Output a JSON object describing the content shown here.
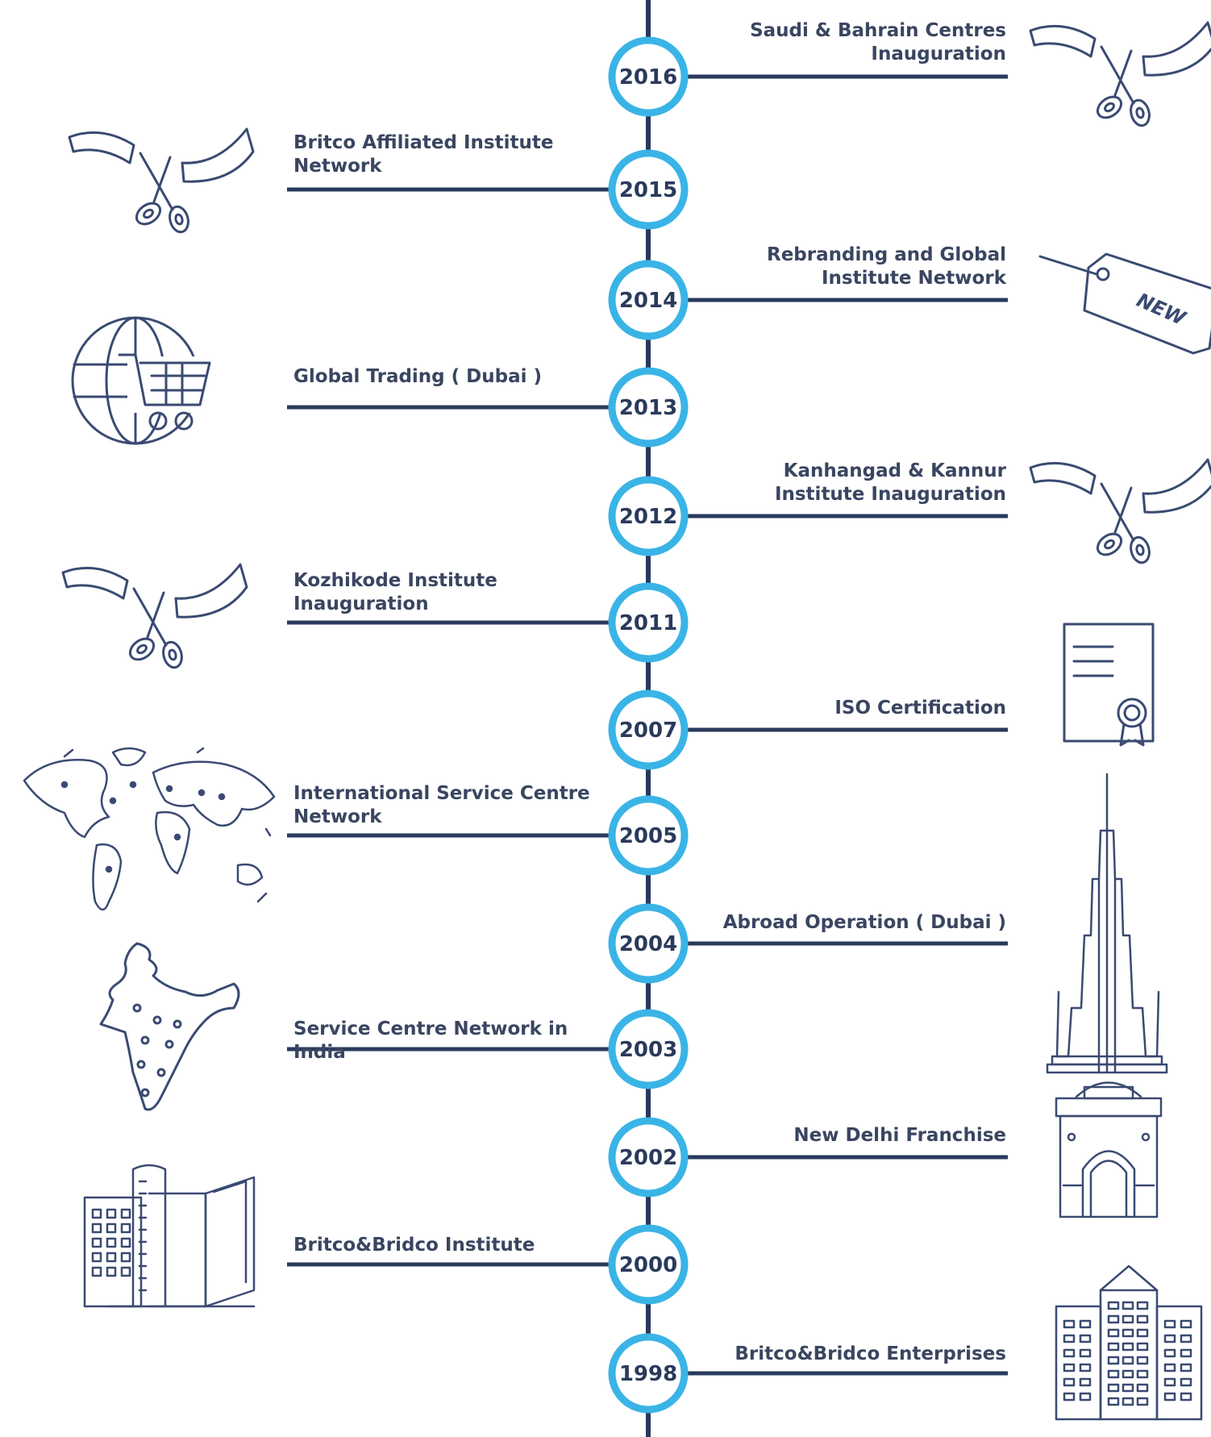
{
  "colors": {
    "line": "#2a3a5c",
    "circle_ring": "#3ab4e6",
    "icon_stroke": "#3a4a72",
    "text": "#3a4560"
  },
  "events": [
    {
      "year": "2016",
      "side": "right",
      "text": "Saudi & Bahrain Centres Inauguration",
      "icon": "ribbon-cutting-icon"
    },
    {
      "year": "2015",
      "side": "left",
      "text": "Britco Affiliated Institute Network",
      "icon": "ribbon-cutting-icon"
    },
    {
      "year": "2014",
      "side": "right",
      "text": "Rebranding and Global Institute Network",
      "icon": "new-tag-icon"
    },
    {
      "year": "2013",
      "side": "left",
      "text": "Global Trading ( Dubai )",
      "icon": "globe-cart-icon"
    },
    {
      "year": "2012",
      "side": "right",
      "text": "Kanhangad & Kannur Institute Inauguration",
      "icon": "ribbon-cutting-icon"
    },
    {
      "year": "2011",
      "side": "left",
      "text": "Kozhikode Institute Inauguration",
      "icon": "ribbon-cutting-icon"
    },
    {
      "year": "2007",
      "side": "right",
      "text": "ISO Certification",
      "icon": "certificate-icon"
    },
    {
      "year": "2005",
      "side": "left",
      "text": "International Service Centre Network",
      "icon": "world-map-icon"
    },
    {
      "year": "2004",
      "side": "right",
      "text": "Abroad Operation ( Dubai )",
      "icon": "skyscraper-icon"
    },
    {
      "year": "2003",
      "side": "left",
      "text": "Service Centre Network in India",
      "icon": "india-map-icon"
    },
    {
      "year": "2002",
      "side": "right",
      "text": "New Delhi Franchise",
      "icon": "india-gate-icon"
    },
    {
      "year": "2000",
      "side": "left",
      "text": "Britco&Bridco Institute",
      "icon": "institute-book-icon"
    },
    {
      "year": "1998",
      "side": "right",
      "text": "Britco&Bridco Enterprises",
      "icon": "office-buildings-icon"
    }
  ],
  "new_tag_text": "NEW"
}
